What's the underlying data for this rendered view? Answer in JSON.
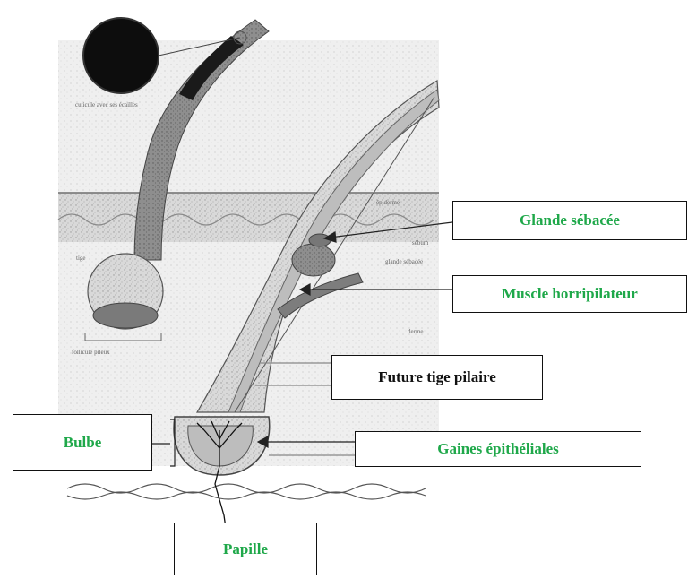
{
  "labels": {
    "glande_sebacee": "Glande sébacée",
    "muscle_horripilateur": "Muscle horripilateur",
    "future_tige_pilaire": "Future tige pilaire",
    "bulbe": "Bulbe",
    "gaines_epitheliales": "Gaines épithéliales",
    "papille": "Papille"
  },
  "colors": {
    "label_green": "#1fa84a",
    "label_black": "#111111"
  }
}
